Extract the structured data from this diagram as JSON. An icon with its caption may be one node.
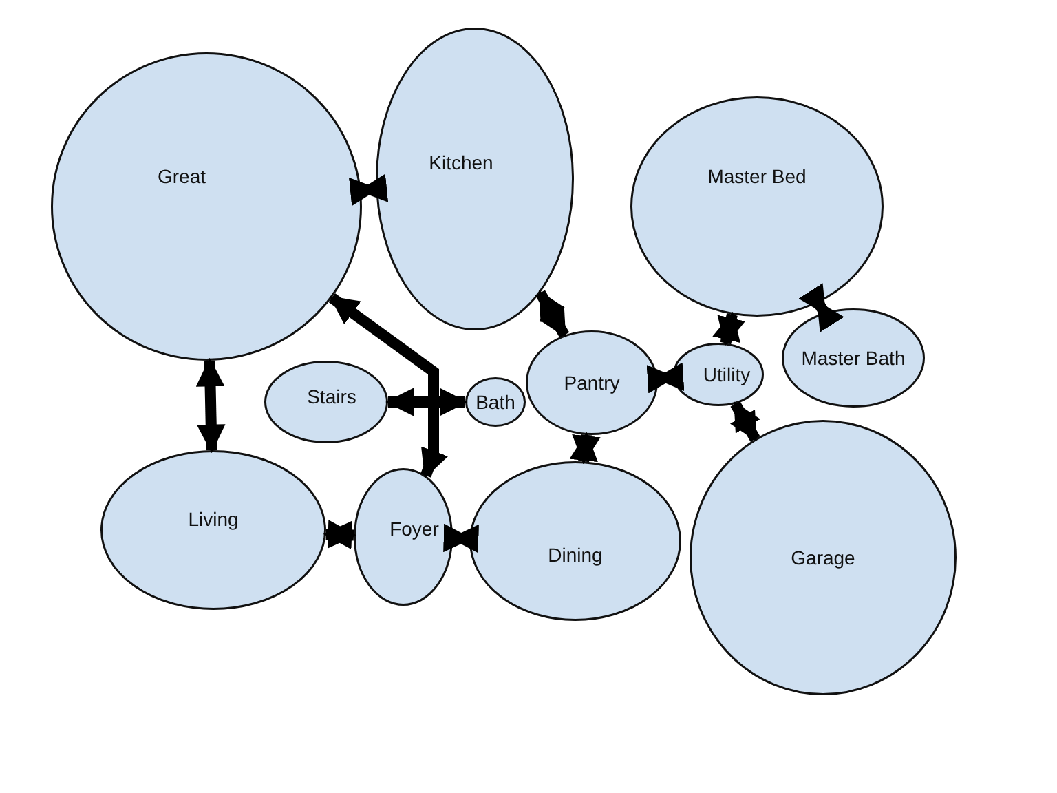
{
  "diagram": {
    "nodes": [
      {
        "text": [
          "Great"
        ]
      },
      {
        "text": [
          "Kitchen"
        ]
      },
      {
        "text": [
          "Master Bed"
        ]
      },
      {
        "text": [
          "Stairs"
        ]
      },
      {
        "text": [
          "Bath"
        ]
      },
      {
        "text": [
          "Pantry"
        ]
      },
      {
        "text": [
          "Utility"
        ]
      },
      {
        "text": [
          "Master Bath"
        ]
      },
      {
        "text": [
          "Living"
        ]
      },
      {
        "text": [
          "Foyer"
        ]
      },
      {
        "text": [
          "Dining"
        ]
      },
      {
        "text": [
          "Garage"
        ]
      }
    ],
    "edges": [
      {
        "from": 0,
        "to": 1,
        "arrow": "both"
      },
      {
        "from": 0,
        "to": 8,
        "arrow": "both"
      },
      {
        "from": 0,
        "to": 9,
        "arrow": "both"
      },
      {
        "from": 3,
        "to": 4,
        "arrow": "both"
      },
      {
        "from": 1,
        "to": 5,
        "arrow": "both"
      },
      {
        "from": 5,
        "to": 6,
        "arrow": "both"
      },
      {
        "from": 5,
        "to": 10,
        "arrow": "both"
      },
      {
        "from": 6,
        "to": 2,
        "arrow": "both"
      },
      {
        "from": 2,
        "to": 7,
        "arrow": "both"
      },
      {
        "from": 6,
        "to": 11,
        "arrow": "both"
      },
      {
        "from": 8,
        "to": 9,
        "arrow": "both"
      },
      {
        "from": 9,
        "to": 10,
        "arrow": "both"
      }
    ]
  }
}
